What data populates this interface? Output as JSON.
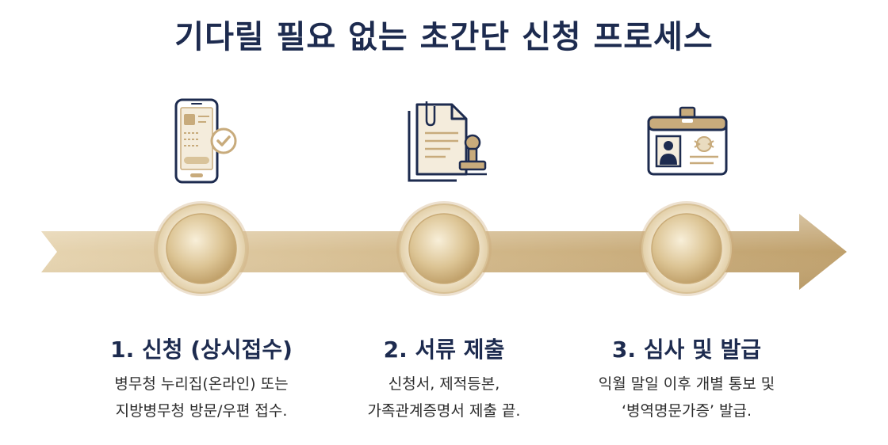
{
  "title": "기다릴 필요 없는 초간단 신청 프로세스",
  "colors": {
    "navy": "#1d2b4f",
    "gold": "#c8ab7c",
    "gold_light": "#eadbbd",
    "gold_dark": "#a88655"
  },
  "steps": [
    {
      "icon": "smartphone-check-icon",
      "title": "1. 신청 (상시접수)",
      "desc": [
        "병무청 누리집(온라인) 또는",
        "지방병무청 방문/우편 접수."
      ]
    },
    {
      "icon": "document-stamp-icon",
      "title": "2. 서류 제출",
      "desc": [
        "신청서, 제적등본,",
        "가족관계증명서 제출 끝."
      ]
    },
    {
      "icon": "id-card-icon",
      "title": "3. 심사 및 발급",
      "desc": [
        "익월 말일 이후 개별 통보 및",
        "‘병역명문가증’ 발급."
      ]
    }
  ]
}
